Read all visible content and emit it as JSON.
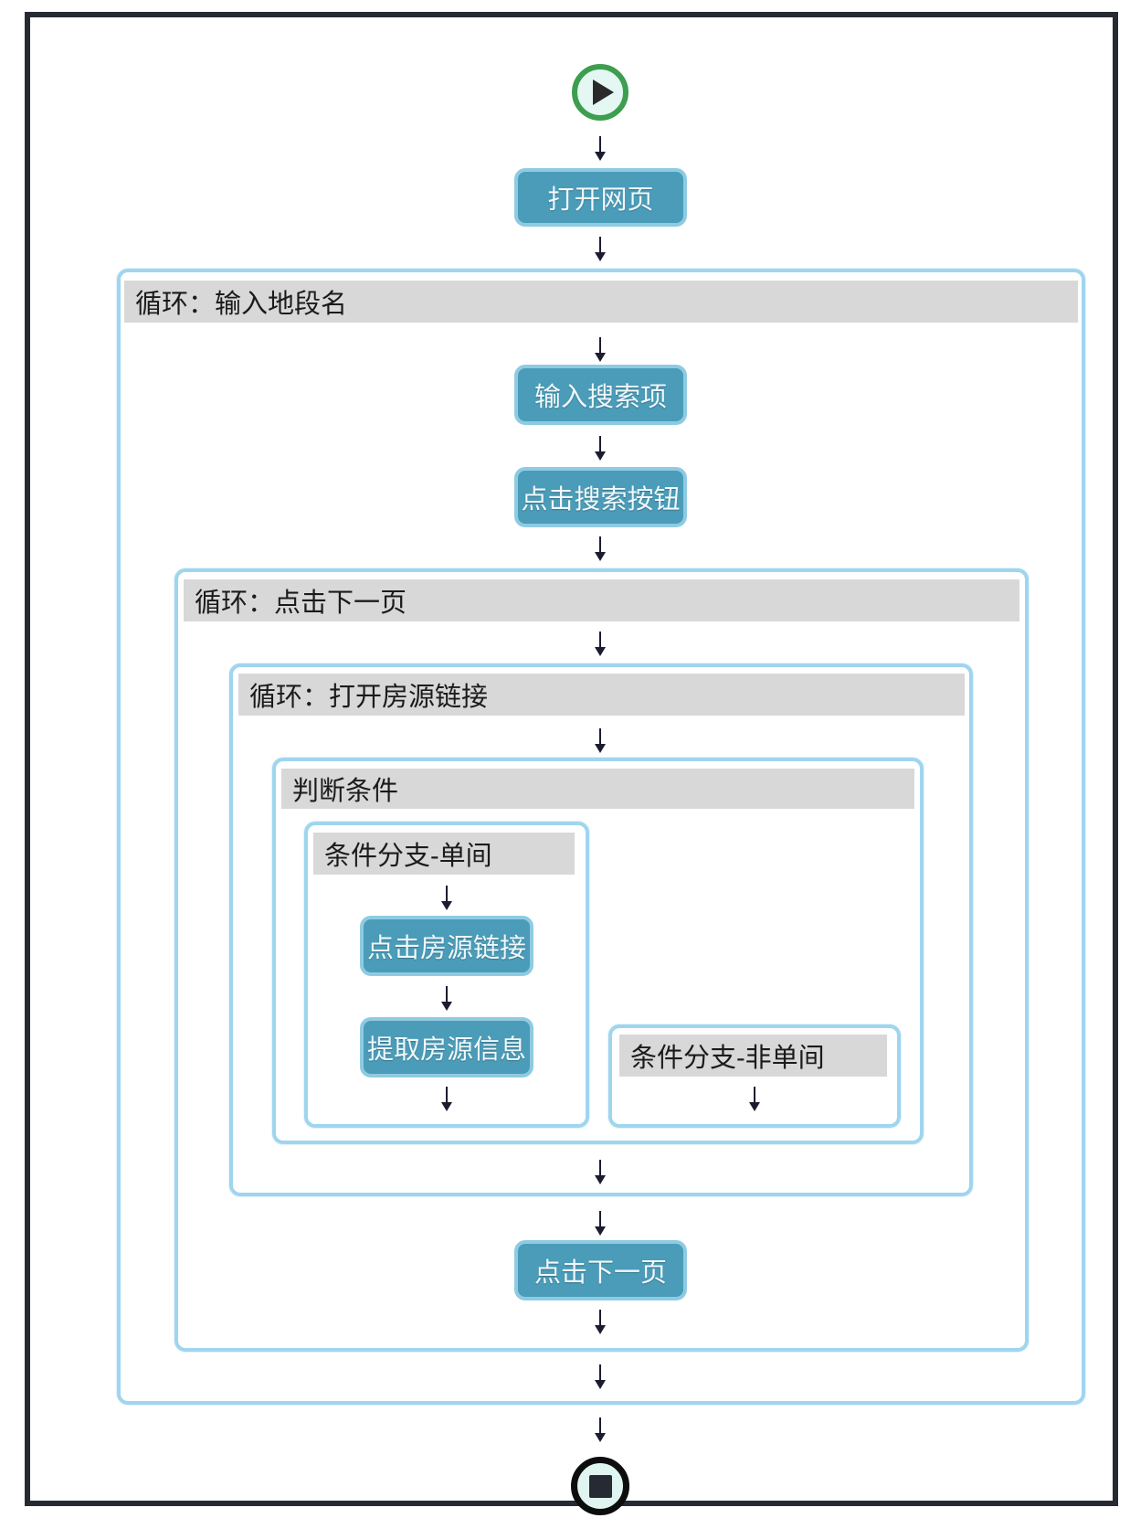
{
  "diagram": {
    "nodes": {
      "open_webpage": "打开网页",
      "input_search": "输入搜索项",
      "click_search": "点击搜索按钮",
      "click_listing": "点击房源链接",
      "extract_listing": "提取房源信息",
      "click_next_page": "点击下一页"
    },
    "containers": {
      "loop_district": "循环：输入地段名",
      "loop_next_page": "循环：点击下一页",
      "loop_open_listing": "循环：打开房源链接",
      "condition": "判断条件",
      "branch_single": "条件分支-单间",
      "branch_not_single": "条件分支-非单间"
    },
    "icons": {
      "start": "play-icon",
      "end": "stop-icon"
    },
    "colors": {
      "node_bg": "#4a9cb8",
      "node_border": "#8ecbe3",
      "container_border": "#9fd5ee",
      "header_bg": "#d8d8d8",
      "start_ring": "#3d9e50",
      "frame_border": "#262b33",
      "arrow": "#1c1c30"
    }
  }
}
